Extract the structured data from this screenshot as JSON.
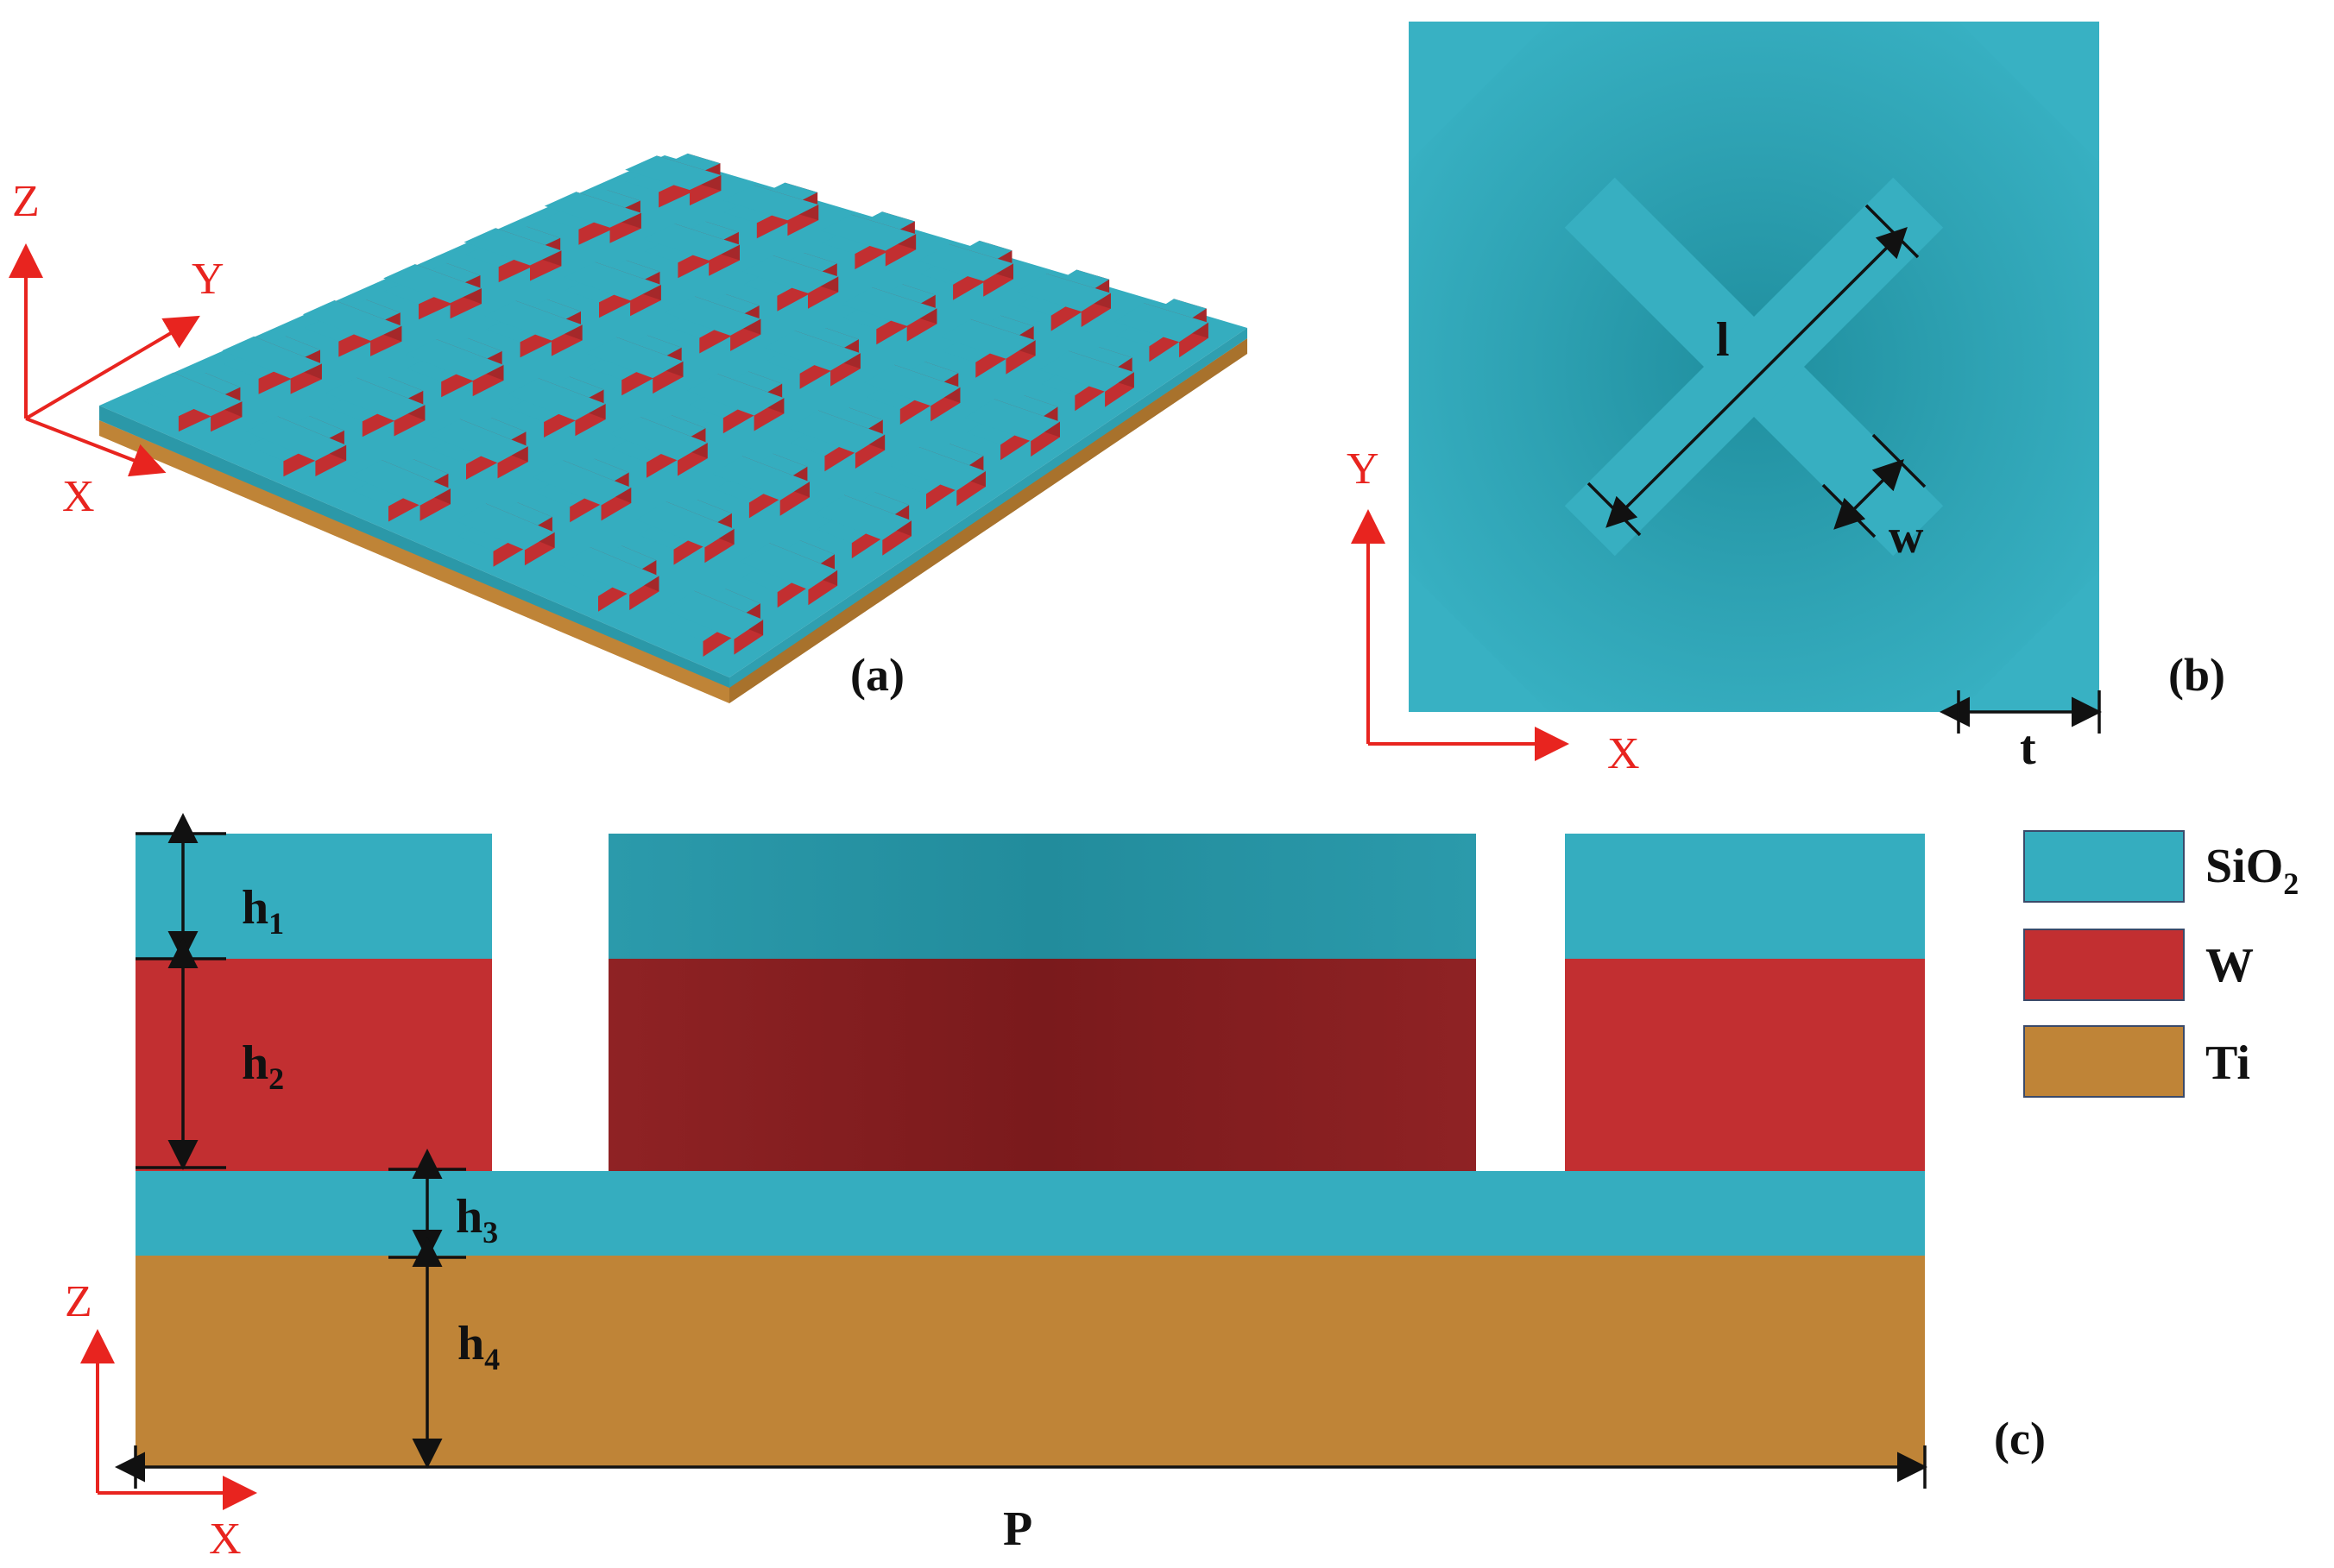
{
  "colors": {
    "sio2": "#35adbf",
    "w": "#c22f31",
    "ti": "#bf8437",
    "axis": "#e8241f"
  },
  "panels": {
    "a": {
      "label": "(a)",
      "axes": {
        "z": "Z",
        "y": "Y",
        "x": "X"
      },
      "grid": {
        "rows": 6,
        "cols": 7
      }
    },
    "b": {
      "label": "(b)",
      "axes": {
        "y": "Y",
        "x": "X"
      },
      "dims": {
        "l": "l",
        "w": "w",
        "t": "t"
      }
    },
    "c": {
      "label": "(c)",
      "axes": {
        "z": "Z",
        "x": "X"
      },
      "dims": {
        "h1": "h",
        "h1_sub": "1",
        "h2": "h",
        "h2_sub": "2",
        "h3": "h",
        "h3_sub": "3",
        "h4": "h",
        "h4_sub": "4",
        "p": "P"
      }
    }
  },
  "legend": [
    {
      "name": "SiO",
      "sub": "2",
      "color": "#35adbf"
    },
    {
      "name": "W",
      "sub": "",
      "color": "#c22f31"
    },
    {
      "name": "Ti",
      "sub": "",
      "color": "#bf8437"
    }
  ]
}
